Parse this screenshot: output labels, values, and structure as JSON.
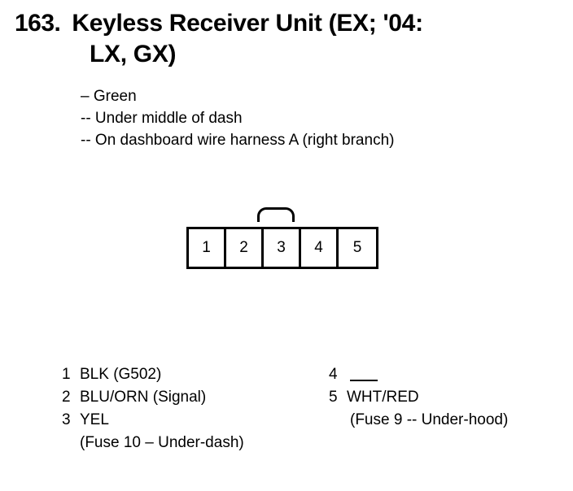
{
  "title": {
    "number": "163.",
    "line1": "Keyless Receiver Unit (EX; '04:",
    "line2": "LX, GX)"
  },
  "notes": [
    "– Green",
    "-- Under middle of dash",
    "-- On dashboard wire harness A (right branch)"
  ],
  "connector": {
    "pins": [
      "1",
      "2",
      "3",
      "4",
      "5"
    ]
  },
  "legend": {
    "left": [
      {
        "index": "1",
        "text": "BLK (G502)",
        "sub": ""
      },
      {
        "index": "2",
        "text": "BLU/ORN (Signal)",
        "sub": ""
      },
      {
        "index": "3",
        "text": "YEL",
        "sub": "(Fuse 10 – Under-dash)"
      }
    ],
    "right": [
      {
        "index": "4",
        "text": "",
        "sub": ""
      },
      {
        "index": "5",
        "text": "WHT/RED",
        "sub": "(Fuse 9 -- Under-hood)"
      }
    ]
  }
}
